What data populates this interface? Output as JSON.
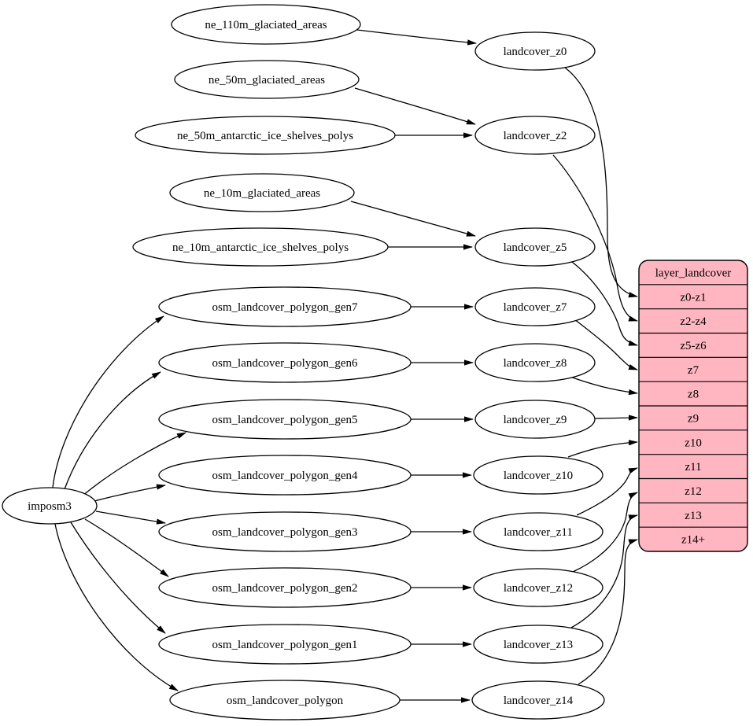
{
  "colors": {
    "background": "#ffffff",
    "node_fill": "#ffffff",
    "node_stroke": "#000000",
    "edge_color": "#000000",
    "record_fill": "#ffb6c1"
  },
  "nodes": [
    {
      "id": "imposm3",
      "label": "imposm3"
    },
    {
      "id": "ne_110m_glaciated_areas",
      "label": "ne_110m_glaciated_areas"
    },
    {
      "id": "ne_50m_glaciated_areas",
      "label": "ne_50m_glaciated_areas"
    },
    {
      "id": "ne_50m_antarctic_ice_shelves_polys",
      "label": "ne_50m_antarctic_ice_shelves_polys"
    },
    {
      "id": "ne_10m_glaciated_areas",
      "label": "ne_10m_glaciated_areas"
    },
    {
      "id": "ne_10m_antarctic_ice_shelves_polys",
      "label": "ne_10m_antarctic_ice_shelves_polys"
    },
    {
      "id": "osm_landcover_polygon_gen7",
      "label": "osm_landcover_polygon_gen7"
    },
    {
      "id": "osm_landcover_polygon_gen6",
      "label": "osm_landcover_polygon_gen6"
    },
    {
      "id": "osm_landcover_polygon_gen5",
      "label": "osm_landcover_polygon_gen5"
    },
    {
      "id": "osm_landcover_polygon_gen4",
      "label": "osm_landcover_polygon_gen4"
    },
    {
      "id": "osm_landcover_polygon_gen3",
      "label": "osm_landcover_polygon_gen3"
    },
    {
      "id": "osm_landcover_polygon_gen2",
      "label": "osm_landcover_polygon_gen2"
    },
    {
      "id": "osm_landcover_polygon_gen1",
      "label": "osm_landcover_polygon_gen1"
    },
    {
      "id": "osm_landcover_polygon",
      "label": "osm_landcover_polygon"
    },
    {
      "id": "landcover_z0",
      "label": "landcover_z0"
    },
    {
      "id": "landcover_z2",
      "label": "landcover_z2"
    },
    {
      "id": "landcover_z5",
      "label": "landcover_z5"
    },
    {
      "id": "landcover_z7",
      "label": "landcover_z7"
    },
    {
      "id": "landcover_z8",
      "label": "landcover_z8"
    },
    {
      "id": "landcover_z9",
      "label": "landcover_z9"
    },
    {
      "id": "landcover_z10",
      "label": "landcover_z10"
    },
    {
      "id": "landcover_z11",
      "label": "landcover_z11"
    },
    {
      "id": "landcover_z12",
      "label": "landcover_z12"
    },
    {
      "id": "landcover_z13",
      "label": "landcover_z13"
    },
    {
      "id": "landcover_z14",
      "label": "landcover_z14"
    }
  ],
  "record": {
    "id": "layer_landcover",
    "title": "layer_landcover",
    "rows": [
      "z0-z1",
      "z2-z4",
      "z5-z6",
      "z7",
      "z8",
      "z9",
      "z10",
      "z11",
      "z12",
      "z13",
      "z14+"
    ]
  },
  "edges": [
    {
      "from": "ne_110m_glaciated_areas",
      "to": "landcover_z0"
    },
    {
      "from": "ne_50m_glaciated_areas",
      "to": "landcover_z2"
    },
    {
      "from": "ne_50m_antarctic_ice_shelves_polys",
      "to": "landcover_z2"
    },
    {
      "from": "ne_10m_glaciated_areas",
      "to": "landcover_z5"
    },
    {
      "from": "ne_10m_antarctic_ice_shelves_polys",
      "to": "landcover_z5"
    },
    {
      "from": "osm_landcover_polygon_gen7",
      "to": "landcover_z7"
    },
    {
      "from": "osm_landcover_polygon_gen6",
      "to": "landcover_z8"
    },
    {
      "from": "osm_landcover_polygon_gen5",
      "to": "landcover_z9"
    },
    {
      "from": "osm_landcover_polygon_gen4",
      "to": "landcover_z10"
    },
    {
      "from": "osm_landcover_polygon_gen3",
      "to": "landcover_z11"
    },
    {
      "from": "osm_landcover_polygon_gen2",
      "to": "landcover_z12"
    },
    {
      "from": "osm_landcover_polygon_gen1",
      "to": "landcover_z13"
    },
    {
      "from": "osm_landcover_polygon",
      "to": "landcover_z14"
    },
    {
      "from": "imposm3",
      "to": "osm_landcover_polygon_gen7"
    },
    {
      "from": "imposm3",
      "to": "osm_landcover_polygon_gen6"
    },
    {
      "from": "imposm3",
      "to": "osm_landcover_polygon_gen5"
    },
    {
      "from": "imposm3",
      "to": "osm_landcover_polygon_gen4"
    },
    {
      "from": "imposm3",
      "to": "osm_landcover_polygon_gen3"
    },
    {
      "from": "imposm3",
      "to": "osm_landcover_polygon_gen2"
    },
    {
      "from": "imposm3",
      "to": "osm_landcover_polygon_gen1"
    },
    {
      "from": "imposm3",
      "to": "osm_landcover_polygon"
    },
    {
      "from": "landcover_z0",
      "to": "layer_landcover:z0-z1"
    },
    {
      "from": "landcover_z2",
      "to": "layer_landcover:z2-z4"
    },
    {
      "from": "landcover_z5",
      "to": "layer_landcover:z5-z6"
    },
    {
      "from": "landcover_z7",
      "to": "layer_landcover:z7"
    },
    {
      "from": "landcover_z8",
      "to": "layer_landcover:z8"
    },
    {
      "from": "landcover_z9",
      "to": "layer_landcover:z9"
    },
    {
      "from": "landcover_z10",
      "to": "layer_landcover:z10"
    },
    {
      "from": "landcover_z11",
      "to": "layer_landcover:z11"
    },
    {
      "from": "landcover_z12",
      "to": "layer_landcover:z12"
    },
    {
      "from": "landcover_z13",
      "to": "layer_landcover:z13"
    },
    {
      "from": "landcover_z14",
      "to": "layer_landcover:z14+"
    }
  ]
}
